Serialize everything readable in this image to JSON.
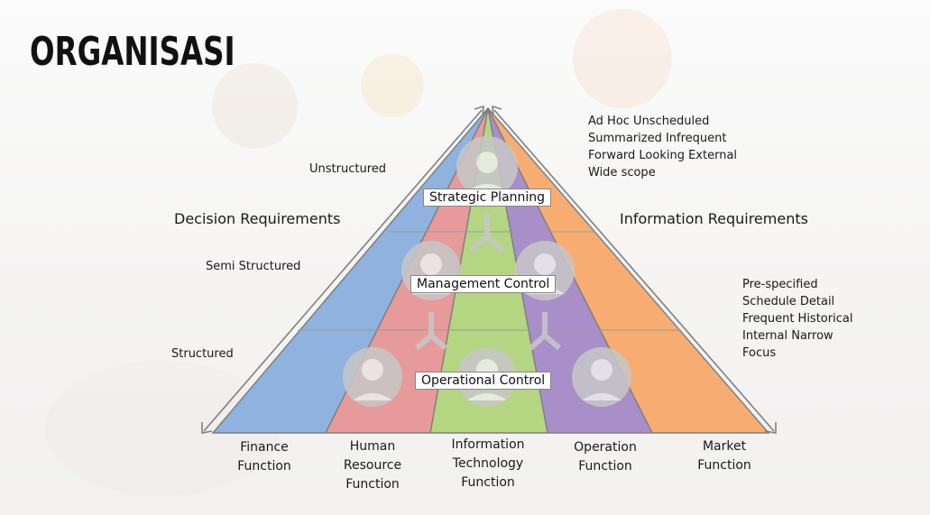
{
  "title": "ORGANISASI",
  "left_heading": "Decision Requirements",
  "right_heading": "Information Requirements",
  "decision_levels": [
    "Unstructured",
    "Semi Structured",
    "Structured"
  ],
  "bands": [
    "Strategic Planning",
    "Management Control",
    "Operational Control"
  ],
  "info_top": [
    "Ad Hoc Unscheduled",
    "Summarized Infrequent",
    "Forward Looking External",
    "Wide scope"
  ],
  "info_bottom": [
    "Pre-specified",
    "Schedule Detail",
    "Frequent Historical",
    "Internal Narrow",
    "Focus"
  ],
  "functions": [
    {
      "lines": [
        "Finance",
        "Function"
      ]
    },
    {
      "lines": [
        "Human",
        "Resource",
        "Function"
      ]
    },
    {
      "lines": [
        "Information",
        "Technology",
        "Function"
      ]
    },
    {
      "lines": [
        "Operation",
        "Function"
      ]
    },
    {
      "lines": [
        "Market",
        "Function"
      ]
    }
  ],
  "colors": {
    "finance": "#8fb2de",
    "hr": "#e79a9a",
    "it": "#b4d582",
    "operation": "#a98fc9",
    "market": "#f7ad72",
    "person_icon": "#c8c8c8"
  }
}
